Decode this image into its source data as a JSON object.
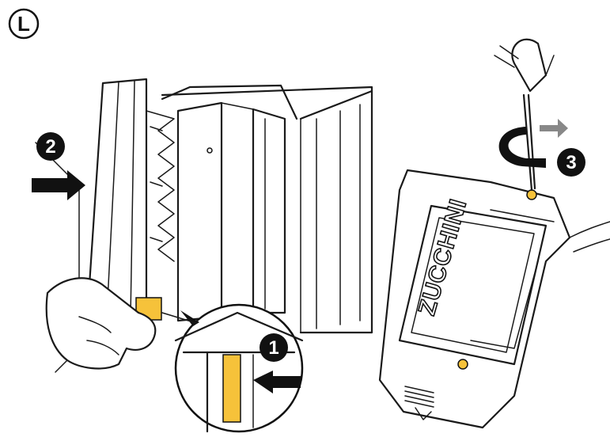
{
  "figure": {
    "panel_letter": "L",
    "brand_label": "ZUCCHINI",
    "steps": [
      {
        "number": "1",
        "icon": "push-arrow-icon"
      },
      {
        "number": "2",
        "icon": "push-arrow-icon"
      },
      {
        "number": "3",
        "icon": "rotate-arrow-icon"
      }
    ],
    "colors": {
      "highlight": "#f6c23a",
      "line": "#1a1a1a",
      "badge": "#111111"
    }
  }
}
